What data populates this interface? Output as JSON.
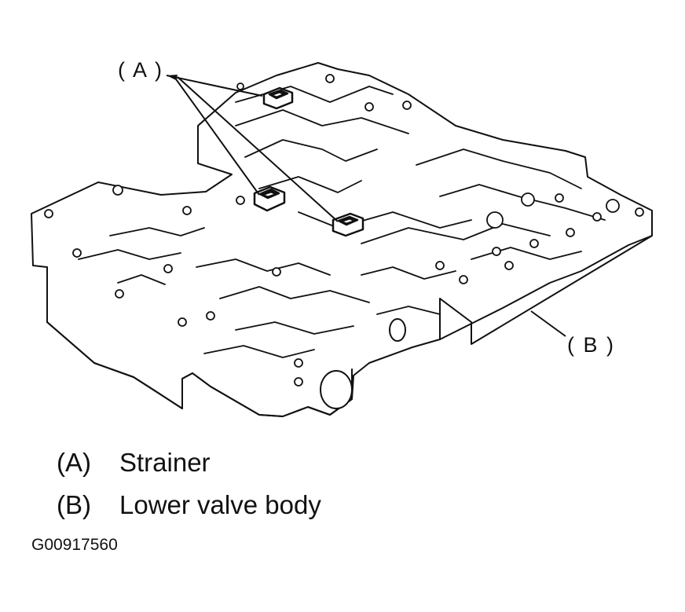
{
  "callouts": {
    "a": "( A )",
    "b": "( B )"
  },
  "legend": [
    {
      "key": "(A)",
      "label": "Strainer"
    },
    {
      "key": "(B)",
      "label": "Lower valve body"
    }
  ],
  "figure_id": "G00917560",
  "colors": {
    "line": "#111111",
    "background": "#ffffff"
  }
}
